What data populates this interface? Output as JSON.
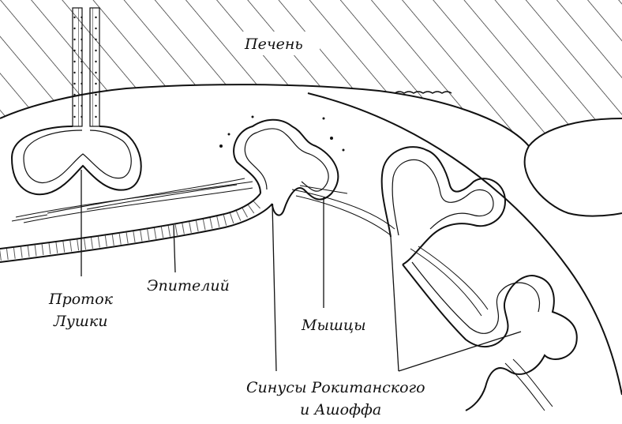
{
  "labels": {
    "liver": "Печень",
    "duct_line1": "Проток",
    "duct_line2": "Лушки",
    "epithelium": "Эпителий",
    "muscles": "Мышцы",
    "sinuses_line1": "Синусы Рокитанского",
    "sinuses_line2": "и Ашоффа"
  },
  "colors": {
    "ink": "#111111",
    "paper": "#ffffff",
    "hatch": "#222222"
  }
}
